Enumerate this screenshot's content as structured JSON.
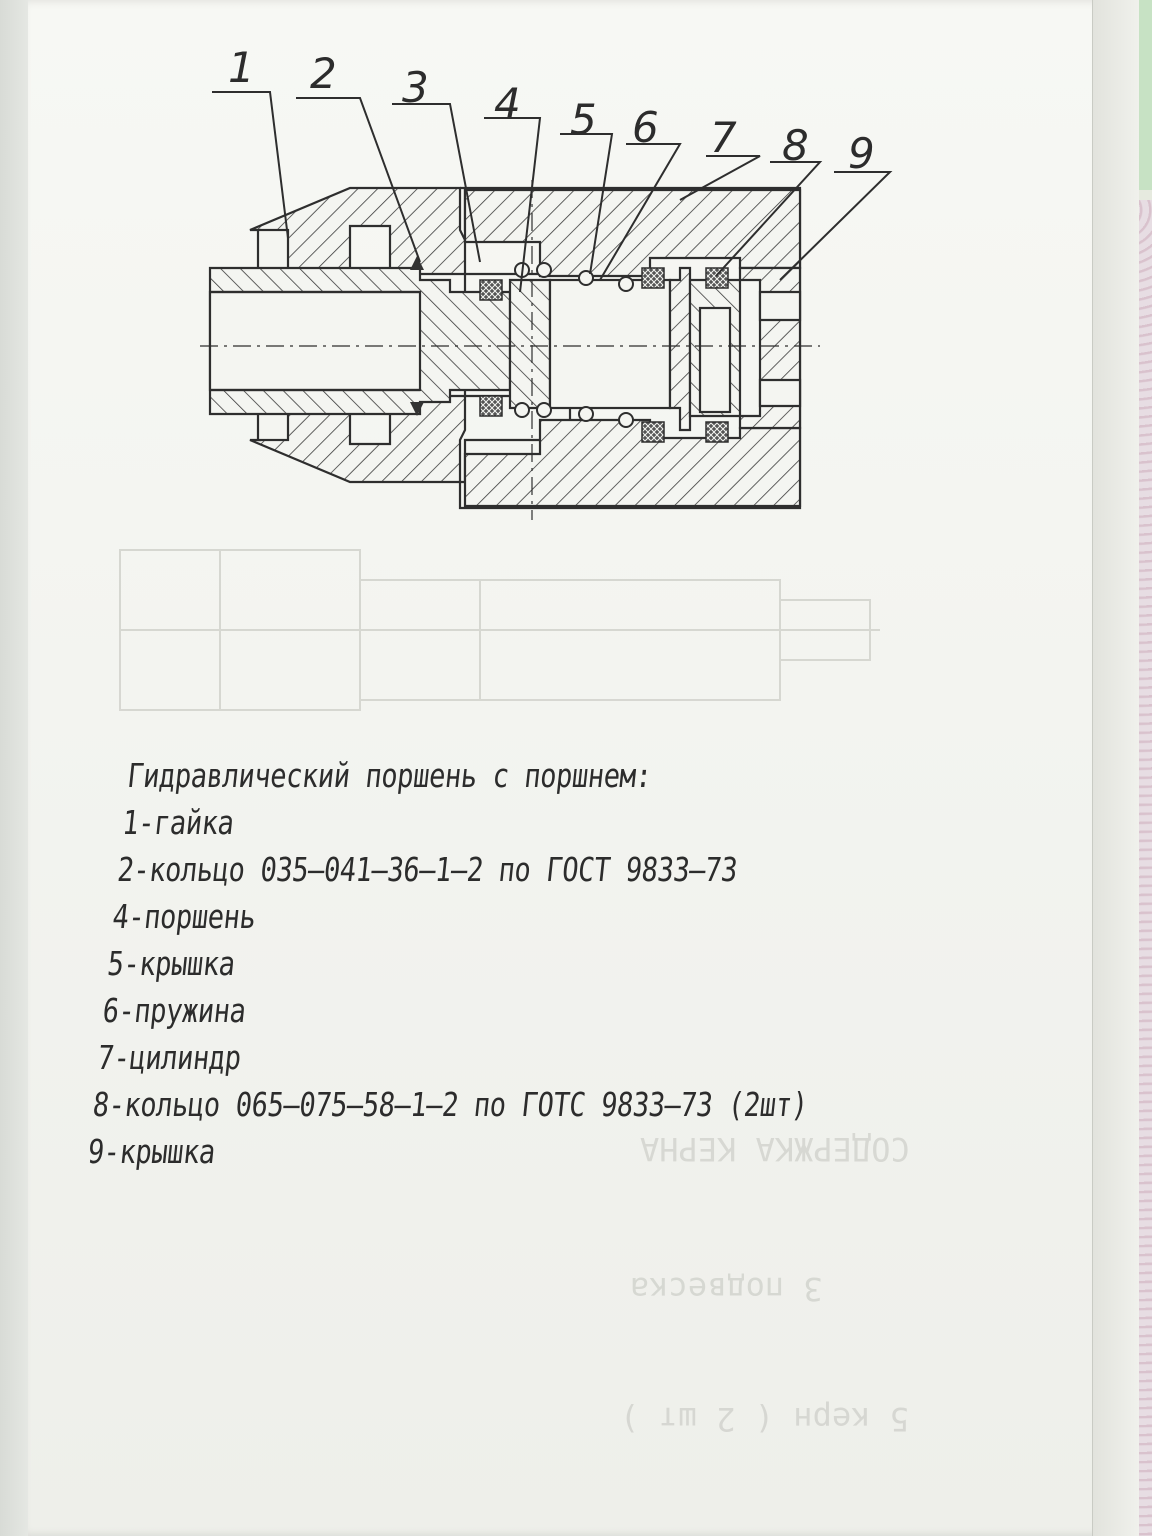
{
  "diagram": {
    "callouts": [
      "1",
      "2",
      "3",
      "4",
      "5",
      "6",
      "7",
      "8",
      "9"
    ]
  },
  "caption": {
    "title": "Гидравлический поршень с поршнем:",
    "items": [
      "1-гайка",
      "2-кольцо 035–041–36–1–2 по ГОСТ 9833–73",
      "4-поршень",
      "5-крышка",
      "6-пружина",
      "7-цилиндр",
      "8-кольцо 065–075–58–1–2 по ГОТС 9833–73 (2шт)",
      "9-крышка"
    ]
  }
}
